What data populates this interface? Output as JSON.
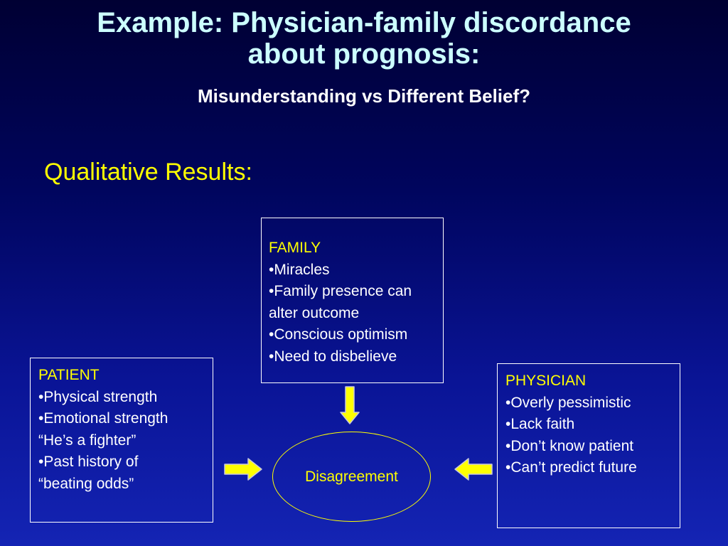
{
  "slide": {
    "title_line1": "Example: Physician-family discordance",
    "title_line2": "about prognosis:",
    "subtitle": "Misunderstanding vs Different Belief?",
    "section_label": "Qualitative Results:"
  },
  "family": {
    "heading": "FAMILY",
    "lines": [
      "•Miracles",
      "•Family presence can",
      "alter outcome",
      "•Conscious optimism",
      "•Need to disbelieve"
    ]
  },
  "patient": {
    "heading": "PATIENT",
    "lines": [
      "•Physical strength",
      "•Emotional strength",
      "“He’s a fighter”",
      "•Past history of",
      "“beating odds”"
    ]
  },
  "physician": {
    "heading": "PHYSICIAN",
    "lines": [
      "•Overly pessimistic",
      "•Lack faith",
      "•Don’t know patient",
      "•Can’t predict future"
    ]
  },
  "center": {
    "label": "Disagreement"
  },
  "colors": {
    "title": "#ccffff",
    "accent": "#ffff00",
    "text": "#ffffff",
    "arrow_fill": "#ffff00",
    "arrow_stroke": "#c8c8dc"
  }
}
